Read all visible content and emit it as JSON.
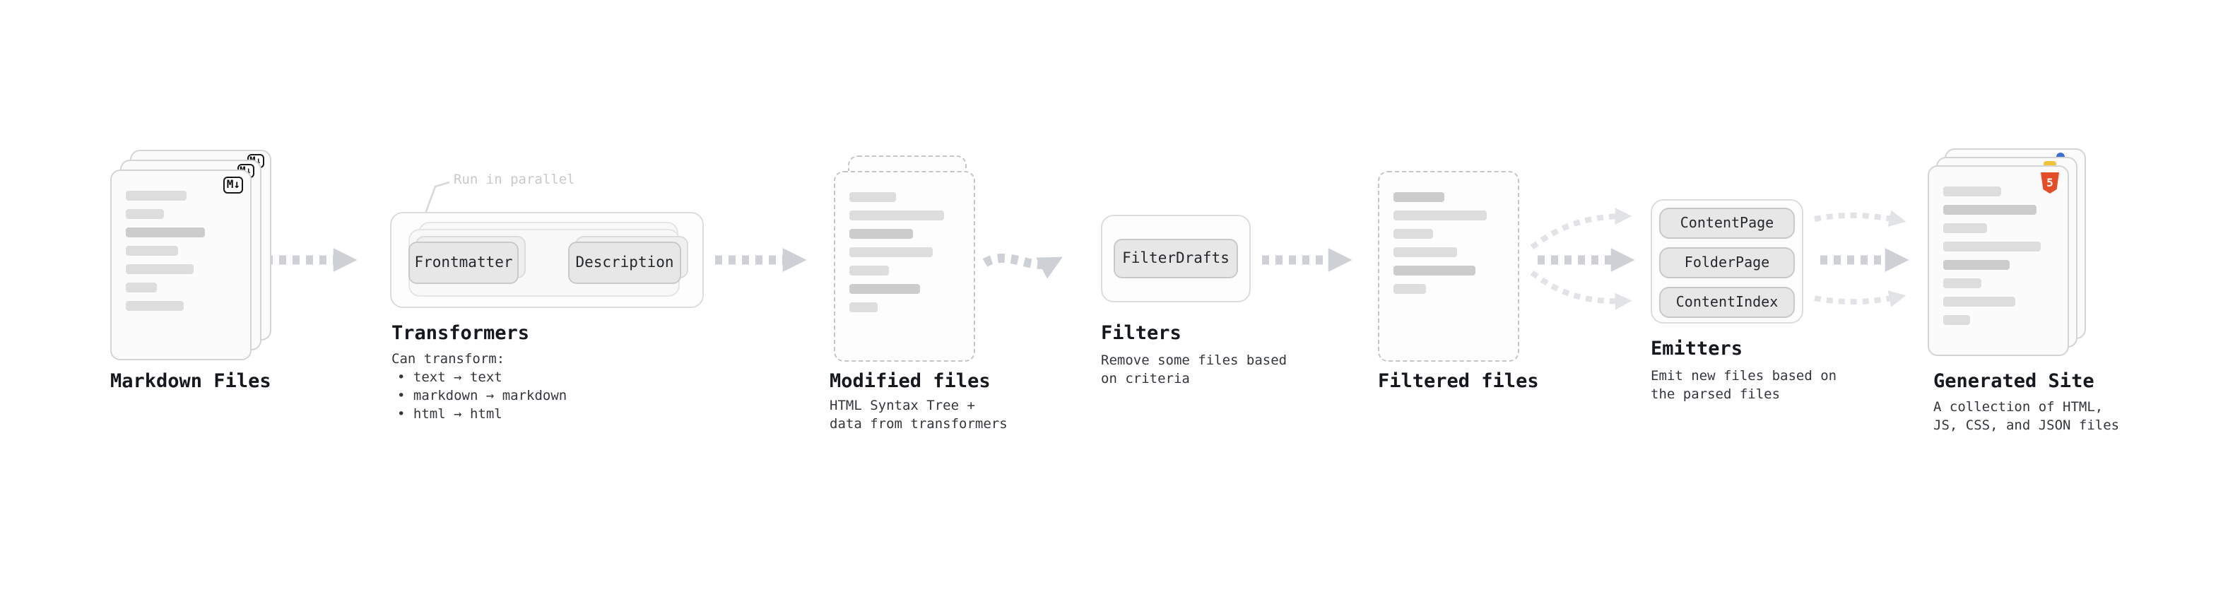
{
  "stages": {
    "markdown_files": {
      "label": "Markdown Files",
      "badge": "M↓",
      "bars": [
        {
          "w": 55
        },
        {
          "w": 34
        },
        {
          "w": 72,
          "dark": true
        },
        {
          "w": 48
        },
        {
          "w": 62
        },
        {
          "w": 28
        },
        {
          "w": 52
        }
      ]
    },
    "transformers": {
      "label": "Transformers",
      "annotation": "Run in parallel",
      "buttons": [
        "Frontmatter",
        "Description"
      ],
      "subtitle": "Can transform:",
      "bullets": [
        "• text → text",
        "• markdown → markdown",
        "• html → html"
      ]
    },
    "modified_files": {
      "label": "Modified files",
      "subtitle": [
        "HTML Syntax Tree +",
        "data from transformers"
      ],
      "bars": [
        {
          "w": 42
        },
        {
          "w": 86
        },
        {
          "w": 58,
          "dark": true
        },
        {
          "w": 76
        },
        {
          "w": 36
        },
        {
          "w": 64,
          "dark": true
        },
        {
          "w": 26
        }
      ]
    },
    "filters": {
      "label": "Filters",
      "button": "FilterDrafts",
      "subtitle": [
        "Remove some files based",
        "on criteria"
      ]
    },
    "filtered_files": {
      "label": "Filtered files",
      "bars": [
        {
          "w": 46,
          "dark": true
        },
        {
          "w": 84
        },
        {
          "w": 36
        },
        {
          "w": 58
        },
        {
          "w": 74,
          "dark": true
        },
        {
          "w": 30
        }
      ]
    },
    "emitters": {
      "label": "Emitters",
      "buttons": [
        "ContentPage",
        "FolderPage",
        "ContentIndex"
      ],
      "subtitle": [
        "Emit new files based on",
        "the parsed files"
      ]
    },
    "generated_site": {
      "label": "Generated Site",
      "badge": "5",
      "subtitle": [
        "A collection of HTML,",
        "JS, CSS, and JSON files"
      ],
      "bars": [
        {
          "w": 52
        },
        {
          "w": 84,
          "dark": true
        },
        {
          "w": 40
        },
        {
          "w": 88
        },
        {
          "w": 60,
          "dark": true
        },
        {
          "w": 34
        },
        {
          "w": 66
        },
        {
          "w": 24
        }
      ]
    }
  },
  "colors": {
    "arrow": "#cdd0d4",
    "arrow_light": "#e1e3e6",
    "card_border": "#d4d4d4",
    "bar": "#dddddd",
    "text": "#15191d",
    "annotation": "#c9c9c9",
    "html5_orange": "#e44d26",
    "favicon_blue": "#3b6fd4",
    "favicon_yellow": "#f0c437"
  }
}
